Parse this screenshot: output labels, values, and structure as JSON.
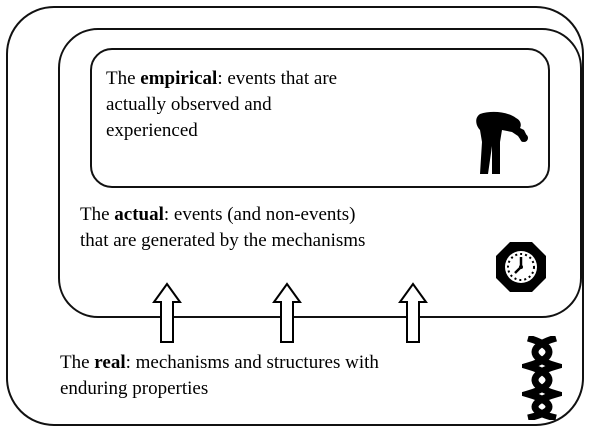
{
  "empirical": {
    "term": "empirical",
    "lead": "The ",
    "line1_rest": ": events that are",
    "line2": "actually observed and",
    "line3": "experienced",
    "icon": "person-bowing-icon"
  },
  "actual": {
    "term": "actual",
    "lead": "The ",
    "line1_rest": ": events (and non-events)",
    "line2": "that are generated by the mechanisms",
    "icon": "clock-octagon-icon"
  },
  "real": {
    "term": "real",
    "lead": "The ",
    "line1_rest": ": mechanisms and structures with",
    "line2": "enduring properties",
    "icon": "dna-helix-icon"
  },
  "arrows": {
    "count": 3,
    "direction": "up"
  }
}
